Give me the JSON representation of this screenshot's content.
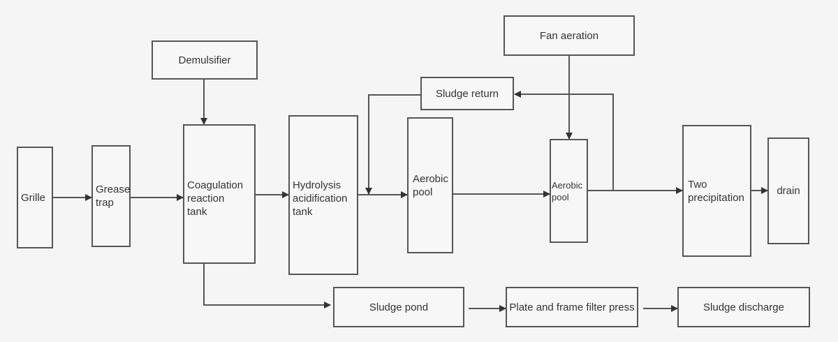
{
  "nodes": {
    "grille": "Grille",
    "grease_trap": "Grease\ntrap",
    "demulsifier": "Demulsifier",
    "coagulation_tank": "Coagulation\nreaction\ntank",
    "hydrolysis_tank": "Hydrolysis\nacidification\ntank",
    "sludge_return": "Sludge return",
    "aerobic_pool_1": "Aerobic\npool",
    "fan_aeration": "Fan aeration",
    "aerobic_pool_2": "Aerobic\npool",
    "two_precipitation": "Two\nprecipitation",
    "drain": "drain",
    "sludge_pond": "Sludge pond",
    "filter_press": "Plate and frame filter press",
    "sludge_discharge": "Sludge discharge"
  }
}
